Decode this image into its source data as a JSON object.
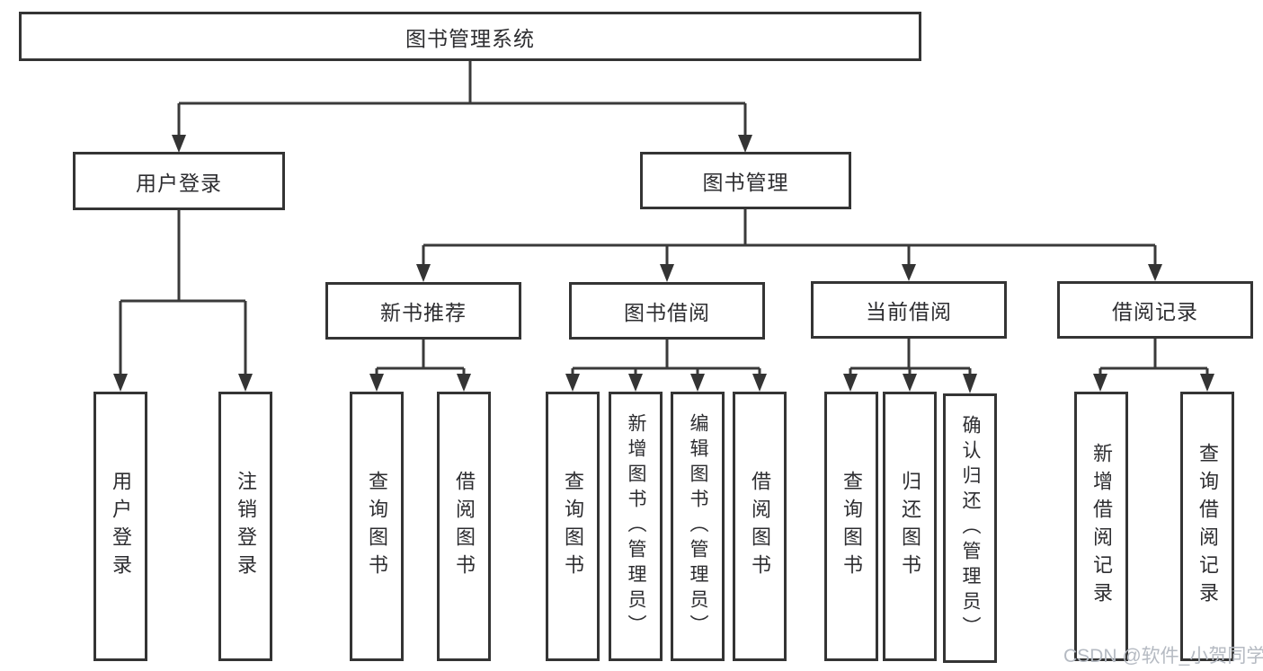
{
  "tree": {
    "root": {
      "label": "图书管理系统"
    },
    "level2": [
      {
        "label": "用户登录"
      },
      {
        "label": "图书管理"
      }
    ],
    "level3": [
      {
        "label": "新书推荐",
        "parent": "图书管理"
      },
      {
        "label": "图书借阅",
        "parent": "图书管理"
      },
      {
        "label": "当前借阅",
        "parent": "图书管理"
      },
      {
        "label": "借阅记录",
        "parent": "图书管理"
      }
    ],
    "leaves": [
      {
        "label": "用户登录",
        "parent": "用户登录"
      },
      {
        "label": "注销登录",
        "parent": "用户登录"
      },
      {
        "label": "查询图书",
        "parent": "新书推荐"
      },
      {
        "label": "借阅图书",
        "parent": "新书推荐"
      },
      {
        "label": "查询图书",
        "parent": "图书借阅"
      },
      {
        "label": "新增图书（管理员）",
        "parent": "图书借阅"
      },
      {
        "label": "编辑图书（管理员）",
        "parent": "图书借阅"
      },
      {
        "label": "借阅图书",
        "parent": "图书借阅"
      },
      {
        "label": "查询图书",
        "parent": "当前借阅"
      },
      {
        "label": "归还图书",
        "parent": "当前借阅"
      },
      {
        "label": "确认归还（管理员）",
        "parent": "当前借阅"
      },
      {
        "label": "新增借阅记录",
        "parent": "借阅记录"
      },
      {
        "label": "查询借阅记录",
        "parent": "借阅记录"
      }
    ]
  },
  "watermark": {
    "text": "CSDN @软件_小贺同学"
  },
  "colors": {
    "line": "#3a3a3a",
    "border": "#343434",
    "text": "#2d2d30",
    "watermark": "#b5bac2",
    "background": "#ffffff"
  }
}
